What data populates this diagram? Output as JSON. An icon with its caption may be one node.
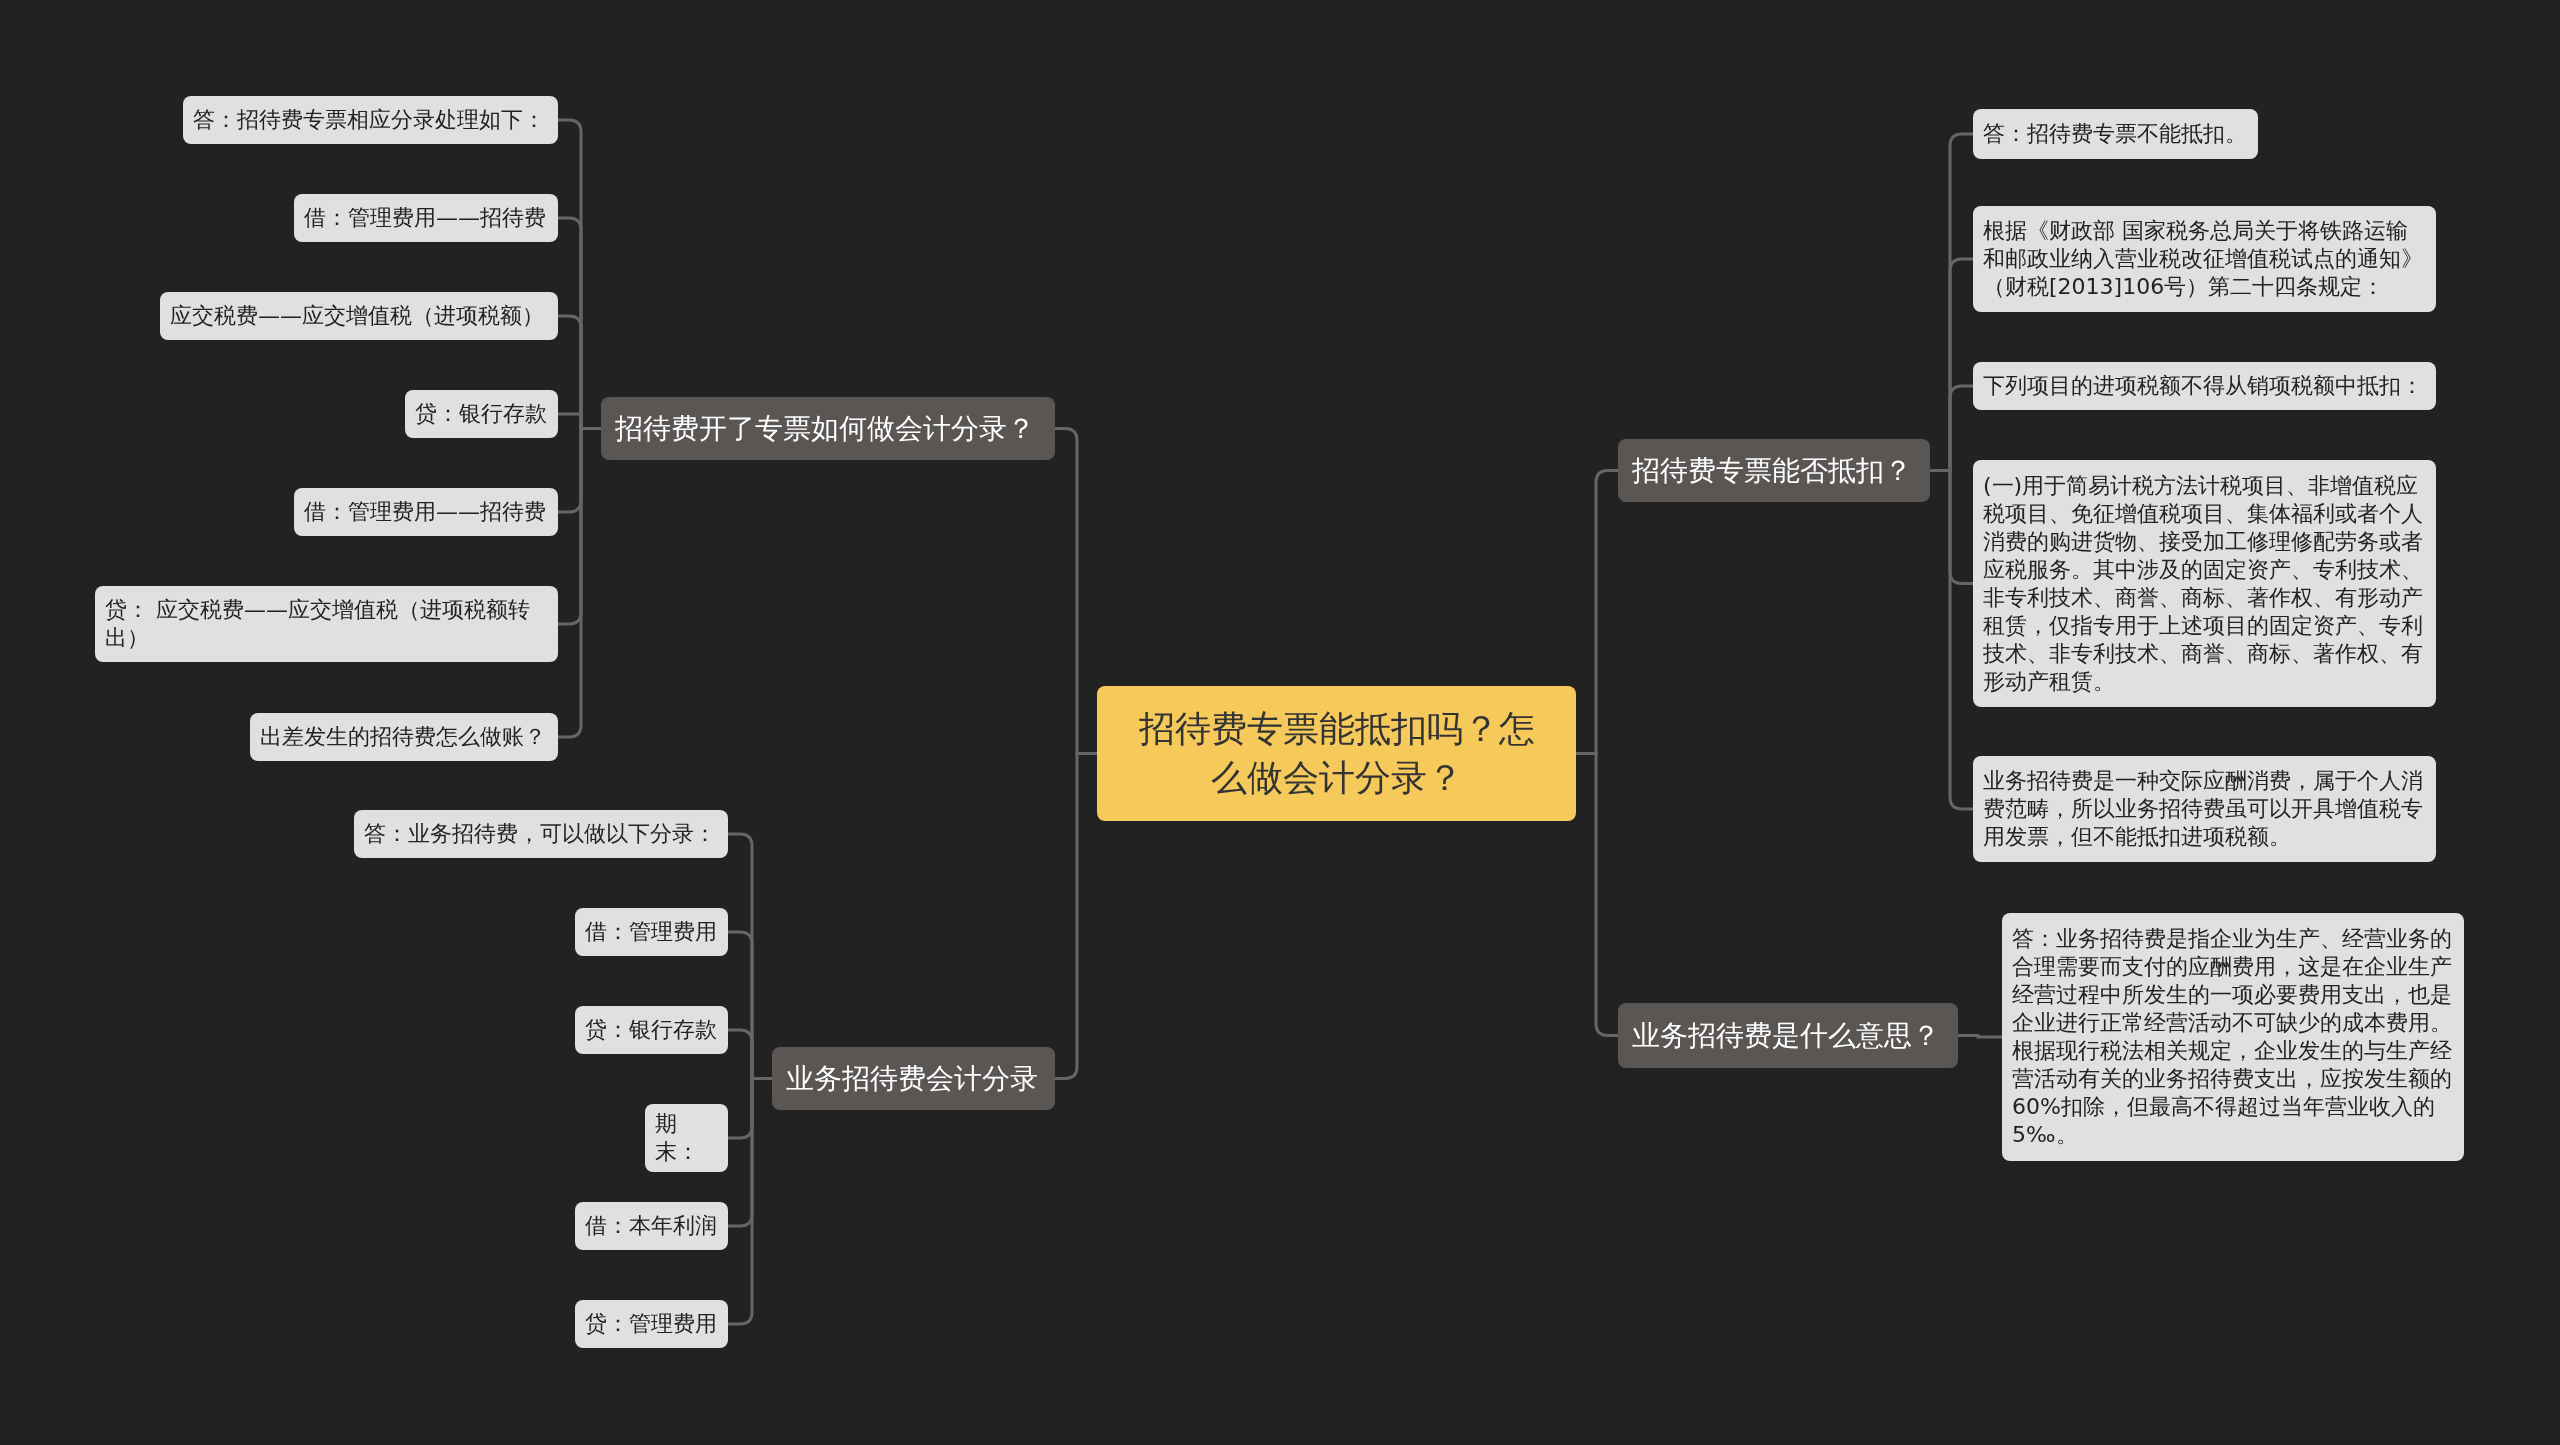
{
  "diagram": {
    "nodes": [
      {
        "text": [
          "招待费专票能抵扣吗？怎么做会计分录？"
        ]
      },
      {
        "text": [
          "招待费开了专票如何做会计分录？"
        ]
      },
      {
        "text": [
          "答：招待费专票相应分录处理如下："
        ]
      },
      {
        "text": [
          "借：管理费用——招待费"
        ]
      },
      {
        "text": [
          "应交税费——应交增值税（进项税额）"
        ]
      },
      {
        "text": [
          "贷：银行存款"
        ]
      },
      {
        "text": [
          "借：管理费用——招待费"
        ]
      },
      {
        "text": [
          "贷：  应交税费——应交增值税（进项税额转出）"
        ]
      },
      {
        "text": [
          "出差发生的招待费怎么做账？"
        ]
      },
      {
        "text": [
          "业务招待费会计分录"
        ]
      },
      {
        "text": [
          "答：业务招待费，可以做以下分录："
        ]
      },
      {
        "text": [
          "借：管理费用"
        ]
      },
      {
        "text": [
          "贷：银行存款"
        ]
      },
      {
        "text": [
          "期末："
        ]
      },
      {
        "text": [
          "借：本年利润"
        ]
      },
      {
        "text": [
          "贷：管理费用"
        ]
      },
      {
        "text": [
          "招待费专票能否抵扣？"
        ]
      },
      {
        "text": [
          "答：招待费专票不能抵扣。"
        ]
      },
      {
        "text": [
          "根据《财政部 国家税务总局关于将铁路运输和邮政业纳入营业税改征增值税试点的通知》（财税[2013]106号）第二十四条规定："
        ]
      },
      {
        "text": [
          "下列项目的进项税额不得从销项税额中抵扣："
        ]
      },
      {
        "text": [
          "(一)用于简易计税方法计税项目、非增值税应税项目、免征增值税项目、集体福利或者个人消费的购进货物、接受加工修理修配劳务或者应税服务。其中涉及的固定资产、专利技术、非专利技术、商誉、商标、著作权、有形动产租赁，仅指专用于上述项目的固定资产、专利技术、非专利技术、商誉、商标、著作权、有形动产租赁。"
        ]
      },
      {
        "text": [
          "业务招待费是一种交际应酬消费，属于个人消费范畴，所以业务招待费虽可以开具增值税专用发票，但不能抵扣进项税额。"
        ]
      },
      {
        "text": [
          "业务招待费是什么意思？"
        ]
      },
      {
        "text": [
          "答：业务招待费是指企业为生产、经营业务的合理需要而支付的应酬费用，这是在企业生产经营过程中所发生的一项必要费用支出，也是企业进行正常经营活动不可缺少的成本费用。根据现行税法相关规定，企业发生的与生产经营活动有关的业务招待费支出，应按发生额的60%扣除，但最高不得超过当年营业收入的5‰。"
        ]
      }
    ],
    "edges": [
      {
        "from": 0,
        "to": 1,
        "arrow": "none"
      },
      {
        "from": 1,
        "to": 2,
        "arrow": "none"
      },
      {
        "from": 1,
        "to": 3,
        "arrow": "none"
      },
      {
        "from": 1,
        "to": 4,
        "arrow": "none"
      },
      {
        "from": 1,
        "to": 5,
        "arrow": "none"
      },
      {
        "from": 1,
        "to": 6,
        "arrow": "none"
      },
      {
        "from": 1,
        "to": 7,
        "arrow": "none"
      },
      {
        "from": 1,
        "to": 8,
        "arrow": "none"
      },
      {
        "from": 0,
        "to": 9,
        "arrow": "none"
      },
      {
        "from": 9,
        "to": 10,
        "arrow": "none"
      },
      {
        "from": 9,
        "to": 11,
        "arrow": "none"
      },
      {
        "from": 9,
        "to": 12,
        "arrow": "none"
      },
      {
        "from": 9,
        "to": 13,
        "arrow": "none"
      },
      {
        "from": 9,
        "to": 14,
        "arrow": "none"
      },
      {
        "from": 9,
        "to": 15,
        "arrow": "none"
      },
      {
        "from": 0,
        "to": 16,
        "arrow": "none"
      },
      {
        "from": 16,
        "to": 17,
        "arrow": "none"
      },
      {
        "from": 16,
        "to": 18,
        "arrow": "none"
      },
      {
        "from": 16,
        "to": 19,
        "arrow": "none"
      },
      {
        "from": 16,
        "to": 20,
        "arrow": "none"
      },
      {
        "from": 16,
        "to": 21,
        "arrow": "none"
      },
      {
        "from": 0,
        "to": 22,
        "arrow": "none"
      },
      {
        "from": 22,
        "to": 23,
        "arrow": "none"
      }
    ]
  }
}
